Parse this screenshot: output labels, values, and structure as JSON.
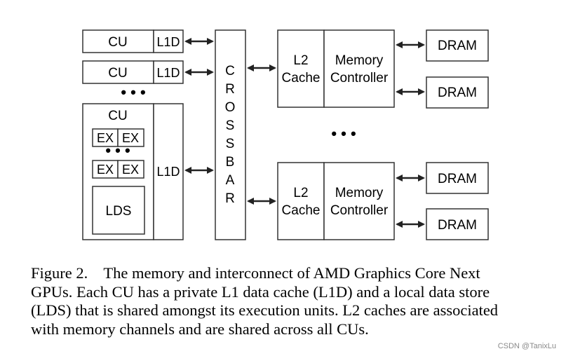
{
  "diagram": {
    "cu_label": "CU",
    "l1d_label": "L1D",
    "ex_label": "EX",
    "lds_label": "LDS",
    "crossbar_letters": [
      "C",
      "R",
      "O",
      "S",
      "S",
      "B",
      "A",
      "R"
    ],
    "l2_line1": "L2",
    "l2_line2": "Cache",
    "mc_line1": "Memory",
    "mc_line2": "Controller",
    "dram_label": "DRAM",
    "ellipsis": "• • •"
  },
  "caption": {
    "lines": [
      "Figure 2.    The memory and interconnect of AMD Graphics Core Next",
      "GPUs. Each CU has a private L1 data cache (L1D) and a local data store",
      "(LDS) that is shared amongst its execution units. L2 caches are associated",
      "with memory channels and are shared across all CUs."
    ]
  },
  "watermark": "CSDN @TanixLu"
}
